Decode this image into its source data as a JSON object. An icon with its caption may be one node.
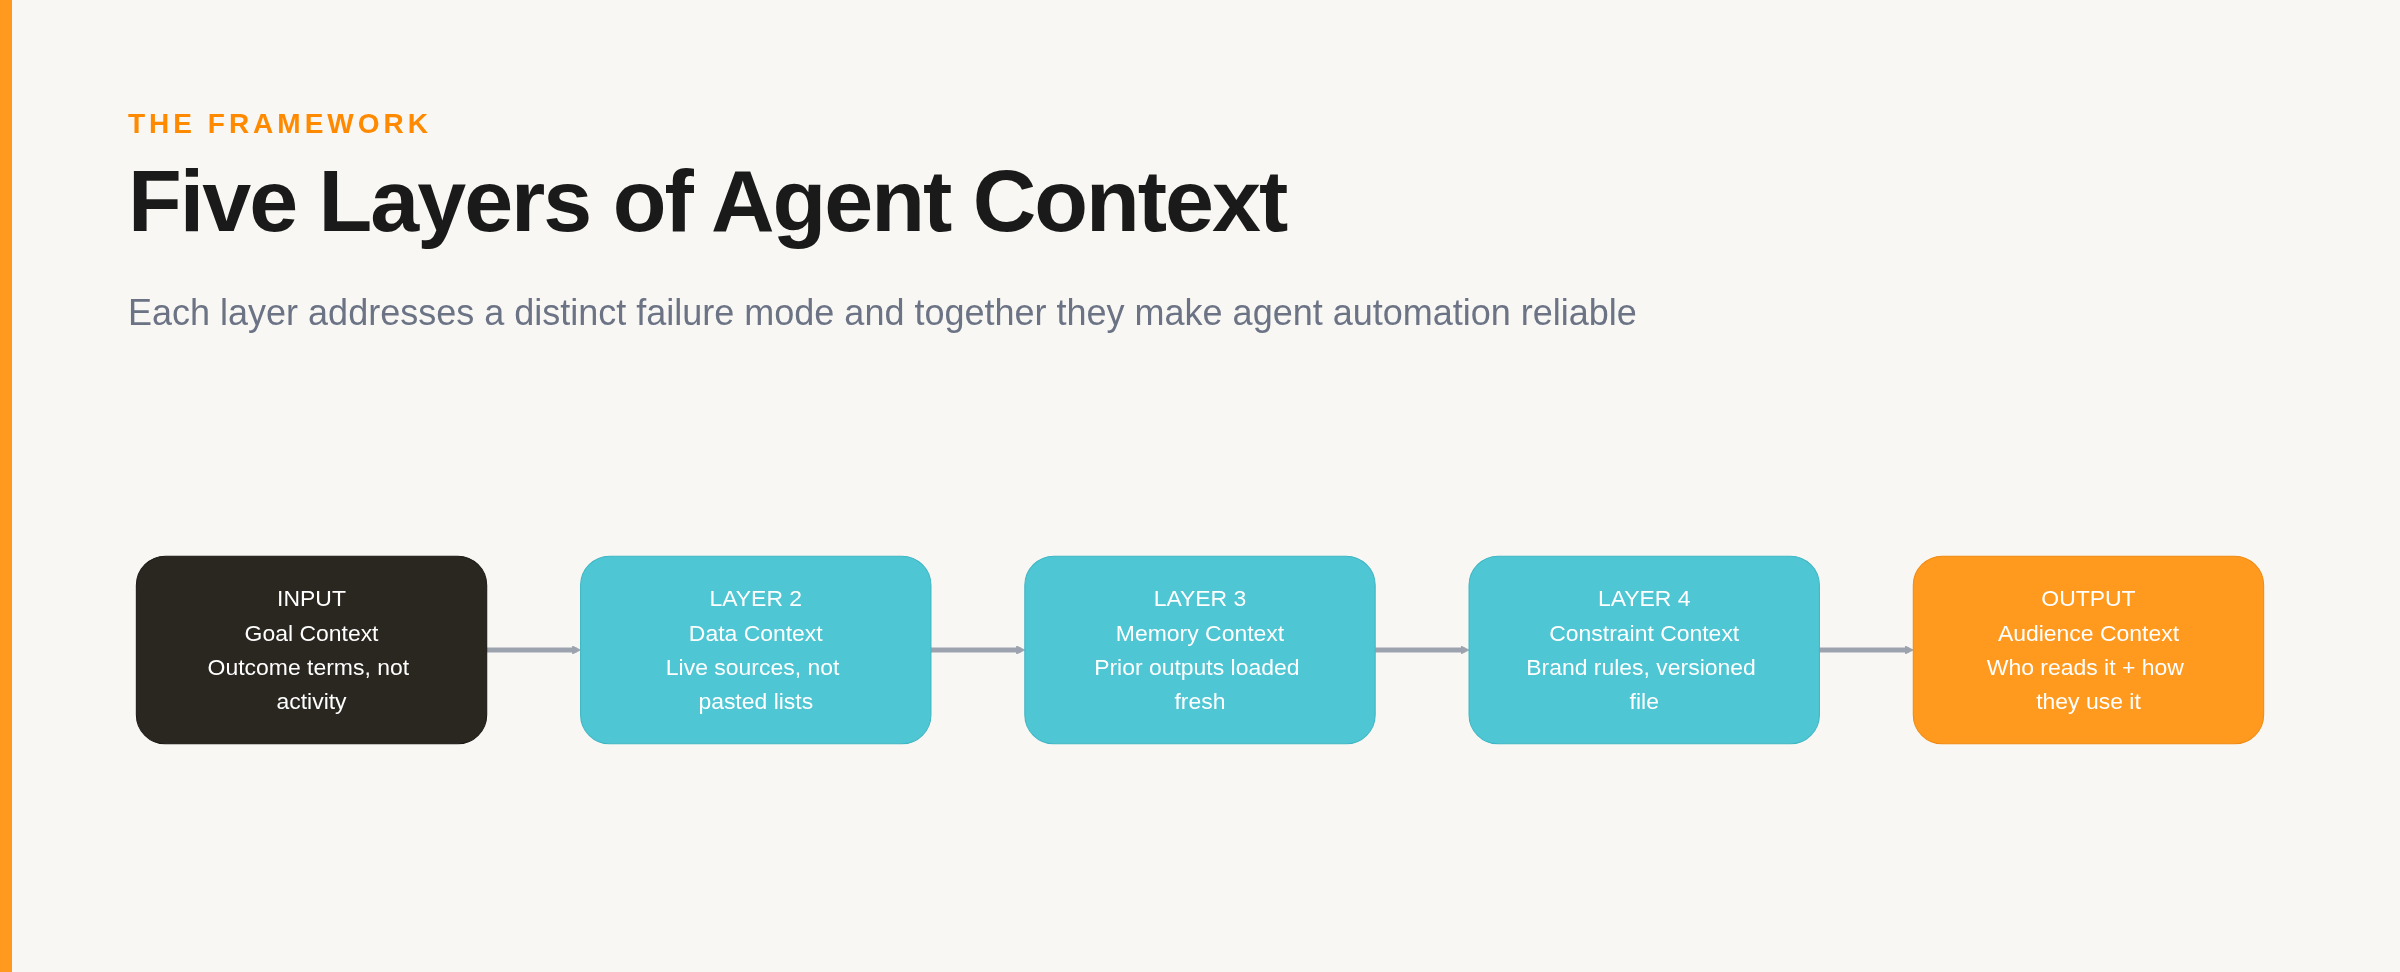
{
  "diagram": {
    "title": "Five Layers of Agent Context",
    "nodes": [
      {
        "text": [
          "INPUT",
          "Goal Context",
          "Outcome terms, not activity"
        ]
      },
      {
        "text": [
          "LAYER 2",
          "Data Context",
          "Live sources, not pasted lists"
        ]
      },
      {
        "text": [
          "LAYER 3",
          "Memory Context",
          "Prior outputs loaded fresh"
        ]
      },
      {
        "text": [
          "LAYER 4",
          "Constraint Context",
          "Brand rules, versioned file"
        ]
      },
      {
        "text": [
          "OUTPUT",
          "Audience Context",
          "Who reads it + how they use it"
        ]
      }
    ],
    "edges": [
      {
        "from": 0,
        "to": 1,
        "arrow": "to"
      },
      {
        "from": 1,
        "to": 2,
        "arrow": "to"
      },
      {
        "from": 2,
        "to": 3,
        "arrow": "to"
      },
      {
        "from": 3,
        "to": 4,
        "arrow": "to"
      }
    ],
    "labels": [
      "THE FRAMEWORK",
      "Each layer addresses a distinct failure mode and together they make agent automation reliable"
    ]
  }
}
